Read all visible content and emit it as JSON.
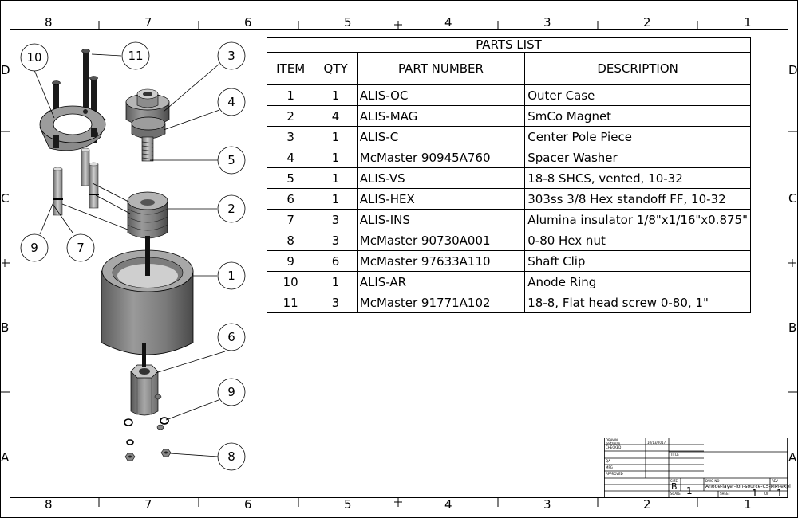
{
  "border": {
    "top_numbers": [
      "8",
      "7",
      "6",
      "5",
      "4",
      "3",
      "2",
      "1"
    ],
    "bottom_numbers": [
      "8",
      "7",
      "6",
      "5",
      "4",
      "3",
      "2",
      "1"
    ],
    "left_letters": [
      "D",
      "C",
      "B",
      "A"
    ],
    "right_letters": [
      "D",
      "C",
      "B",
      "A"
    ]
  },
  "parts_list": {
    "title": "PARTS LIST",
    "headers": [
      "ITEM",
      "QTY",
      "PART NUMBER",
      "DESCRIPTION"
    ],
    "rows": [
      {
        "item": "1",
        "qty": "1",
        "part": "ALIS-OC",
        "desc": "Outer Case"
      },
      {
        "item": "2",
        "qty": "4",
        "part": "ALIS-MAG",
        "desc": "SmCo Magnet"
      },
      {
        "item": "3",
        "qty": "1",
        "part": "ALIS-C",
        "desc": "Center Pole Piece"
      },
      {
        "item": "4",
        "qty": "1",
        "part": "McMaster 90945A760",
        "desc": "Spacer Washer"
      },
      {
        "item": "5",
        "qty": "1",
        "part": "ALIS-VS",
        "desc": "18-8 SHCS, vented, 10-32"
      },
      {
        "item": "6",
        "qty": "1",
        "part": "ALIS-HEX",
        "desc": "303ss 3/8 Hex standoff FF, 10-32"
      },
      {
        "item": "7",
        "qty": "3",
        "part": "ALIS-INS",
        "desc": "Alumina insulator 1/8\"x1/16\"x0.875\""
      },
      {
        "item": "8",
        "qty": "3",
        "part": "McMaster 90730A001",
        "desc": "0-80 Hex nut"
      },
      {
        "item": "9",
        "qty": "6",
        "part": "McMaster 97633A110",
        "desc": "Shaft Clip"
      },
      {
        "item": "10",
        "qty": "1",
        "part": "ALIS-AR",
        "desc": "Anode Ring"
      },
      {
        "item": "11",
        "qty": "3",
        "part": "McMaster 91771A102",
        "desc": "18-8, Flat head screw 0-80, 1\""
      }
    ]
  },
  "callouts": {
    "c10": "10",
    "c11": "11",
    "c3": "3",
    "c4": "4",
    "c5": "5",
    "c2": "2",
    "c9a": "9",
    "c7": "7",
    "c1": "1",
    "c6": "6",
    "c9b": "9",
    "c8": "8"
  },
  "title_block": {
    "drawn_label": "DRAWN",
    "drawn_by": "seitzman",
    "drawn_date": "10/13/2017",
    "checked_label": "CHECKED",
    "title_label": "TITLE",
    "qa_label": "QA",
    "mfg_label": "MFG",
    "approved_label": "APPROVED",
    "size_label": "SIZE",
    "size": "B",
    "dwg_label": "DWG NO",
    "dwg_no": "Anode-layer-ion-source-CS-MM-expl",
    "rev_label": "REV",
    "rev": "1",
    "scale_label": "SCALE",
    "sheet_label": "SHEET",
    "sheet": "1",
    "of_label": "OF",
    "of": "1"
  }
}
